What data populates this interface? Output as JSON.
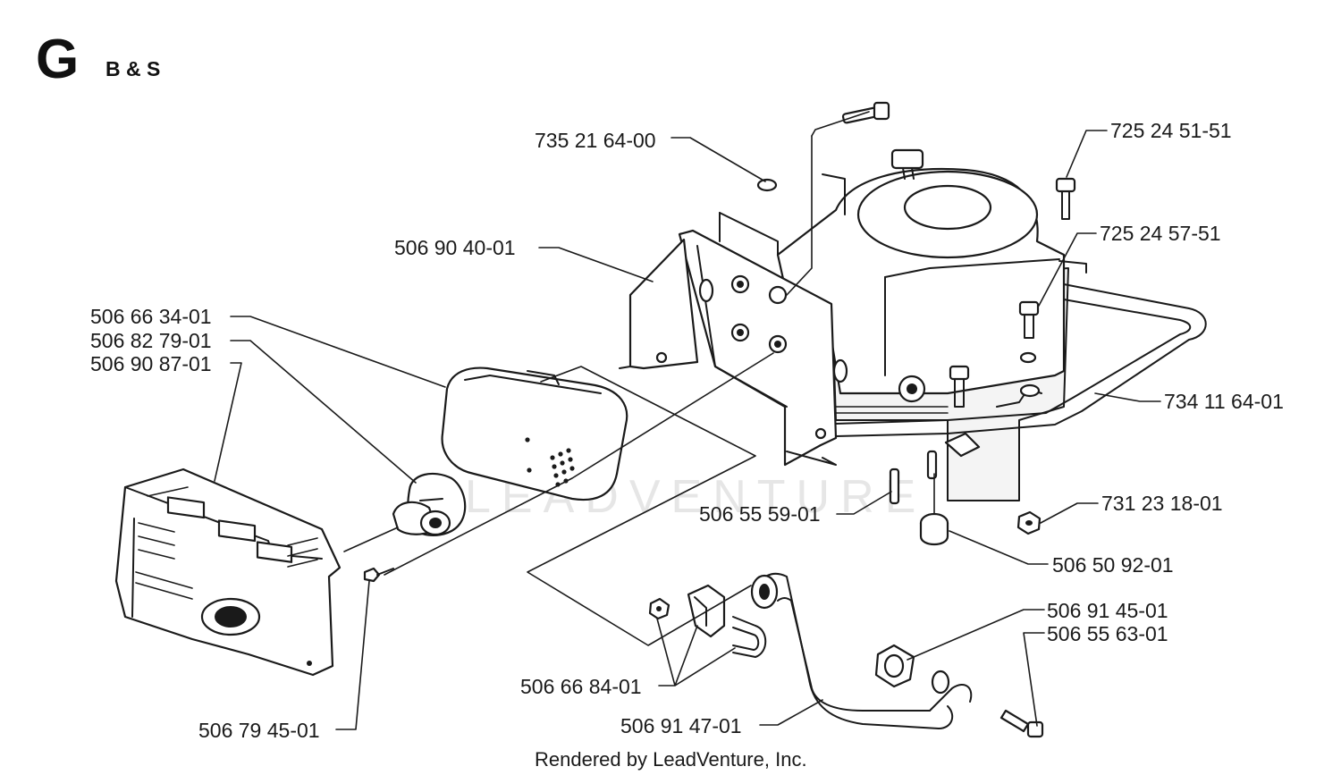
{
  "header": {
    "section_letter": "G",
    "engine_label": "B & S"
  },
  "watermark": "LEADVENTURE",
  "footer": "Rendered by LeadVenture, Inc.",
  "part_numbers": [
    "735 21 64-00",
    "725 24 51-51",
    "725 24 57-51",
    "506 90 40-01",
    "506 66 34-01",
    "506 82 79-01",
    "506 90 87-01",
    "734 11 64-01",
    "731 23 18-01",
    "506 55 59-01",
    "506 50 92-01",
    "506 91 45-01",
    "506 55 63-01",
    "506 66 84-01",
    "506 91 47-01",
    "506 79 45-01"
  ]
}
